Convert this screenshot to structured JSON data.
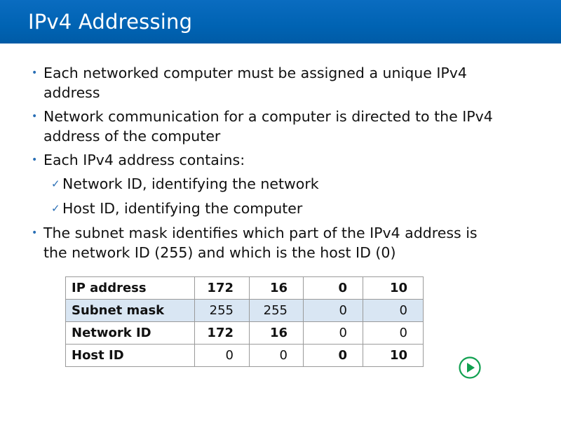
{
  "slide": {
    "title": "IPv4 Addressing",
    "bullets": [
      "Each networked computer must be assigned a unique IPv4 address",
      "Network communication for a computer is directed to the IPv4 address of the computer",
      "Each IPv4 address contains:"
    ],
    "sub_bullets": [
      "Network ID, identifying the network",
      "Host ID, identifying the computer"
    ],
    "last_bullet": "The subnet mask identifies which part of the IPv4 address is the network ID (255) and which is the host ID (0)"
  },
  "table": {
    "rows": [
      {
        "label": "IP address",
        "values": [
          "172",
          "16",
          "0",
          "10"
        ]
      },
      {
        "label": "Subnet mask",
        "values": [
          "255",
          "255",
          "0",
          "0"
        ]
      },
      {
        "label": "Network ID",
        "values": [
          "172",
          "16",
          "0",
          "0"
        ]
      },
      {
        "label": "Host ID",
        "values": [
          "0",
          "0",
          "0",
          "10"
        ]
      }
    ]
  },
  "colors": {
    "title_bar": "#0063b3",
    "accent": "#2a6fb5",
    "shaded_row": "#d9e6f3",
    "play_button": "#10a050"
  },
  "icons": {
    "bullet": "•",
    "check": "✓",
    "play": "play-icon"
  }
}
